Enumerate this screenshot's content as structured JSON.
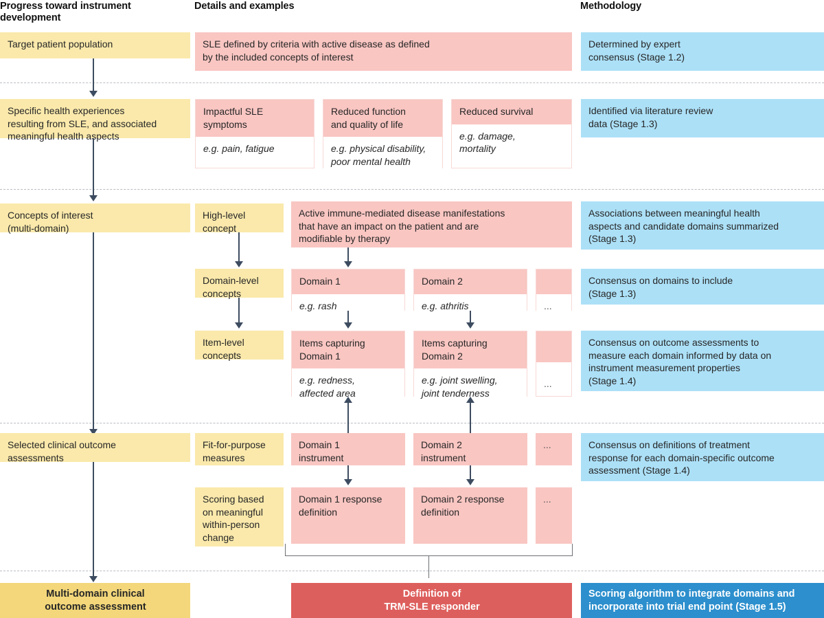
{
  "columns": {
    "left_heading": "Progress toward instrument\ndevelopment",
    "middle_heading": "Details and examples",
    "right_heading": "Methodology"
  },
  "colors": {
    "stage_yellow": "#fae9ab",
    "stage_yellow_strong": "#f3d77a",
    "detail_pink": "#f9c6c2",
    "method_blue": "#ace0f7",
    "definition_red": "#dd5f5d",
    "scoring_blue": "#2d8fcd",
    "connector": "#3d4c60",
    "divider": "#b9bcc2"
  },
  "rows": [
    {
      "id": "target-patient-population",
      "stage": "Target patient population",
      "details": "SLE defined by criteria with active disease as defined\nby the included concepts of interest",
      "methodology": "Determined by expert\nconsensus (Stage 1.2)"
    },
    {
      "id": "specific-health-experiences",
      "stage": "Specific health experiences\nresulting from SLE, and associated\nmeaningful health aspects",
      "cards": [
        {
          "header": "Impactful SLE\nsymptoms",
          "example": "e.g. pain, fatigue"
        },
        {
          "header": "Reduced function\nand quality of life",
          "example": "e.g. physical disability,\npoor mental health"
        },
        {
          "header": "Reduced survival",
          "example": "e.g. damage,\nmortality"
        }
      ],
      "methodology": "Identified via literature review\ndata (Stage 1.3)"
    },
    {
      "id": "concepts-of-interest",
      "stage": "Concepts of interest\n(multi-domain)",
      "sub_rows": [
        {
          "id": "high-level-concept",
          "label": "High-level\nconcept",
          "detail": "Active immune-mediated disease manifestations\nthat have an impact on the patient and are\nmodifiable by therapy",
          "methodology": "Associations between meaningful health\naspects and candidate domains summarized\n(Stage 1.3)"
        },
        {
          "id": "domain-level-concepts",
          "label": "Domain-level\nconcepts",
          "cards": [
            {
              "header": "Domain 1",
              "example": "e.g. rash"
            },
            {
              "header": "Domain 2",
              "example": "e.g. athritis"
            },
            {
              "header": "",
              "example": "..."
            }
          ],
          "methodology": "Consensus on domains to include\n(Stage 1.3)"
        },
        {
          "id": "item-level-concepts",
          "label": "Item-level\nconcepts",
          "cards": [
            {
              "header": "Items capturing\nDomain 1",
              "example": "e.g. redness,\naffected area"
            },
            {
              "header": "Items capturing\nDomain 2",
              "example": "e.g. joint swelling,\njoint tenderness"
            },
            {
              "header": "",
              "example": "..."
            }
          ],
          "methodology": "Consensus on outcome assessments to\nmeasure each domain informed by data on\ninstrument measurement properties\n(Stage 1.4)"
        }
      ]
    },
    {
      "id": "selected-clinical-outcome-assessments",
      "stage": "Selected clinical outcome\nassessments",
      "sub_rows": [
        {
          "id": "fit-for-purpose-measures",
          "label": "Fit-for-purpose\nmeasures",
          "boxes": [
            "Domain 1\ninstrument",
            "Domain 2\ninstrument",
            "..."
          ],
          "methodology": "Consensus on definitions of treatment\nresponse for each domain-specific outcome\nassessment (Stage 1.4)"
        },
        {
          "id": "scoring-based-on-change",
          "label": "Scoring based\non meaningful\nwithin-person\nchange",
          "boxes": [
            "Domain 1 response\ndefinition",
            "Domain 2 response\ndefinition",
            "..."
          ],
          "methodology": ""
        }
      ]
    },
    {
      "id": "multi-domain-outcome",
      "stage": "Multi-domain clinical\noutcome assessment",
      "details": "Definition of\nTRM-SLE responder",
      "methodology": "Scoring algorithm to integrate domains and\nincorporate into trial end point (Stage 1.5)"
    }
  ]
}
